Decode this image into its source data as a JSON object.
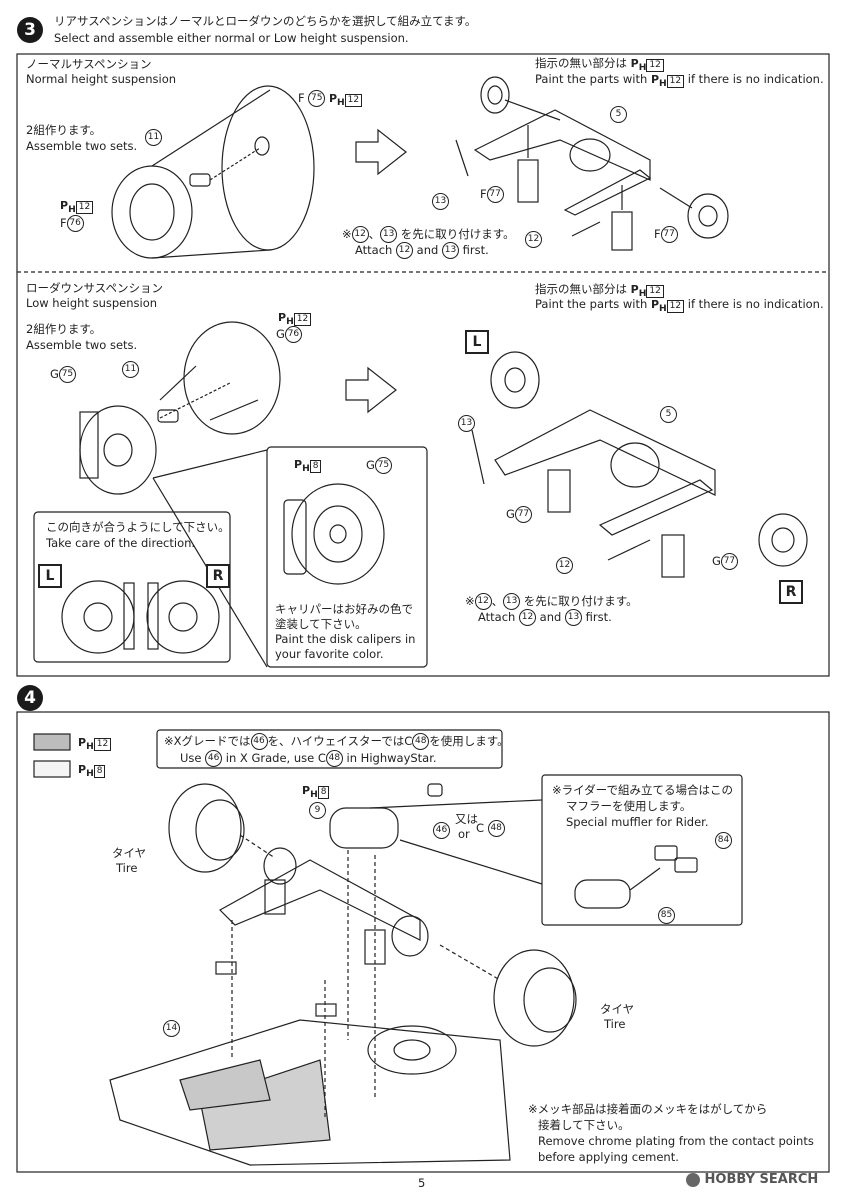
{
  "step3": {
    "number": "3",
    "title_jp": "リアサスペンションはノーマルとローダウンのどちらかを選択して組み立てます。",
    "title_en": "Select and assemble either normal or Low height suspension.",
    "normal": {
      "heading_jp": "ノーマルサスペンション",
      "heading_en": "Normal height suspension",
      "sets_jp": "2組作ります。",
      "sets_en": "Assemble two sets.",
      "part11": "11",
      "part75_label": "F",
      "part75": "75",
      "ph12_a": "12",
      "ph12_b": "12",
      "part76_label": "F",
      "part76": "76",
      "paint_jp": "指示の無い部分は",
      "paint_ph": "12",
      "paint_en": "Paint the parts with",
      "paint_en_ph": "12",
      "paint_en_end": "if there is no indication.",
      "part5": "5",
      "part13": "13",
      "part77a_label": "F",
      "part77a": "77",
      "part12": "12",
      "part77b_label": "F",
      "part77b": "77",
      "attach_jp_a": "12",
      "attach_jp_b": "13",
      "attach_jp": "を先に取り付けます。",
      "attach_en_pre": "Attach",
      "attach_en_a": "12",
      "attach_en_mid": "and",
      "attach_en_b": "13",
      "attach_en_end": "first."
    },
    "low": {
      "heading_jp": "ローダウンサスペンション",
      "heading_en": "Low height suspension",
      "sets_jp": "2組作ります。",
      "sets_en": "Assemble two sets.",
      "ph12": "12",
      "part76_label": "G",
      "part76": "76",
      "part75_label": "G",
      "part75": "75",
      "part11": "11",
      "direction_jp": "この向きが合うようにして下さい。",
      "direction_en": "Take care of the direction.",
      "left": "L",
      "right": "R",
      "ph8": "8",
      "g75_label": "G",
      "g75": "75",
      "caliper_jp1": "キャリパーはお好みの色で",
      "caliper_jp2": "塗装して下さい。",
      "caliper_en1": "Paint the disk calipers in",
      "caliper_en2": "your favorite color.",
      "paint_jp": "指示の無い部分は",
      "paint_ph": "12",
      "paint_en": "Paint the parts with",
      "paint_en_ph": "12",
      "paint_en_end": "if there is no indication.",
      "part5": "5",
      "part13": "13",
      "part77a_label": "G",
      "part77a": "77",
      "part12": "12",
      "part77b_label": "G",
      "part77b": "77",
      "attach_jp_a": "12",
      "attach_jp_b": "13",
      "attach_jp": "を先に取り付けます。",
      "attach_en_pre": "Attach",
      "attach_en_a": "12",
      "attach_en_mid": "and",
      "attach_en_b": "13",
      "attach_en_end": "first."
    }
  },
  "step4": {
    "number": "4",
    "legend_dark": "12",
    "legend_light": "8",
    "grade_jp_pre": "※Xグレードでは",
    "grade_jp_a": "46",
    "grade_jp_mid": "を、ハイウェイスターではC",
    "grade_jp_b": "48",
    "grade_jp_end": "を使用します。",
    "grade_en_pre": "Use",
    "grade_en_a": "46",
    "grade_en_mid": "in X Grade, use C",
    "grade_en_b": "48",
    "grade_en_end": "in HighwayStar.",
    "ph8": "8",
    "part9": "9",
    "part46": "46",
    "or_jp": "又は",
    "or_en": "or",
    "part48_label": "C",
    "part48": "48",
    "tire_jp": "タイヤ",
    "tire_en": "Tire",
    "rider_jp1": "※ライダーで組み立てる場合はこの",
    "rider_jp2": "マフラーを使用します。",
    "rider_en": "Special muffler for Rider.",
    "part84": "84",
    "part85": "85",
    "part14": "14",
    "tire2_jp": "タイヤ",
    "tire2_en": "Tire",
    "chrome_jp1": "※メッキ部品は接着面のメッキをはがしてから",
    "chrome_jp2": "接着して下さい。",
    "chrome_en1": "Remove chrome plating from the contact points",
    "chrome_en2": "before applying cement."
  },
  "footer": {
    "page_number": "5",
    "watermark": "HOBBY SEARCH"
  }
}
